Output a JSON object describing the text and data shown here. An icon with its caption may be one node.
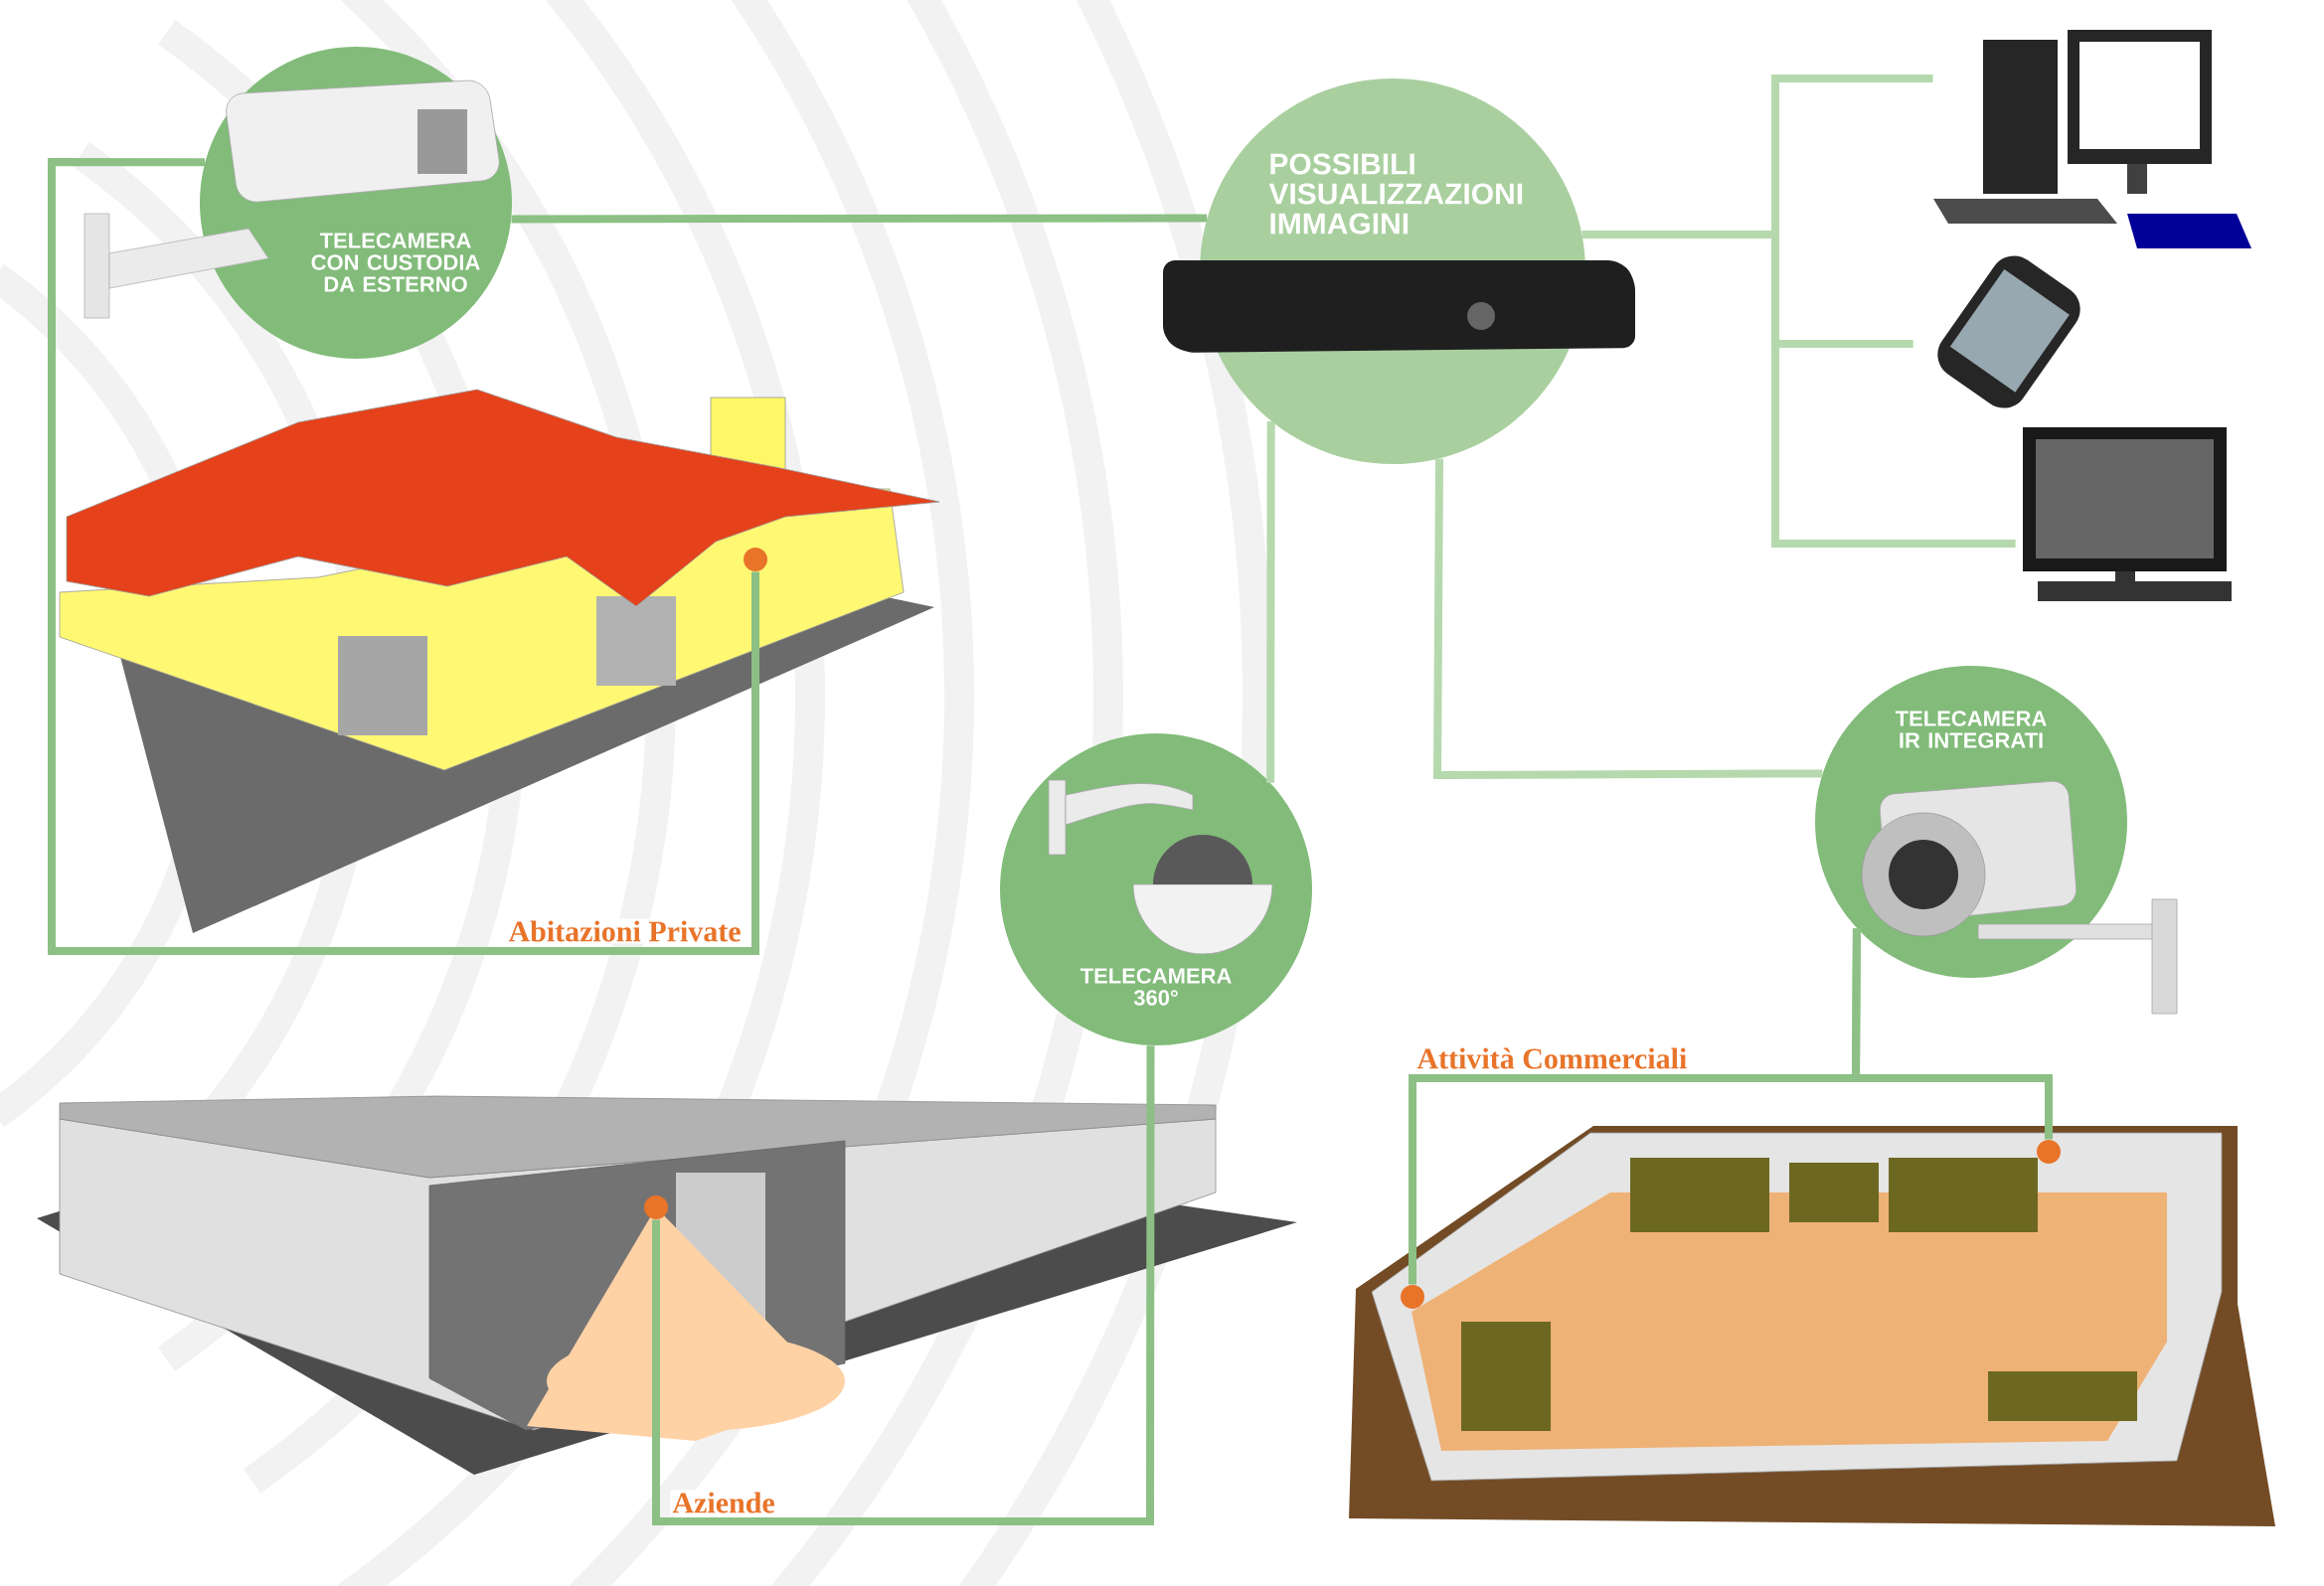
{
  "diagram": {
    "nodes": [
      {
        "text": [
          "TELECAMERA CON CUSTODIA DA ESTERNO"
        ]
      },
      {
        "text": [
          "POSSIBILI VISUALIZZAZIONI IMMAGINI"
        ]
      },
      {
        "text": [],
        "shape": "picture"
      },
      {
        "text": [],
        "shape": "picture"
      },
      {
        "text": [],
        "shape": "picture"
      },
      {
        "text": [],
        "shape": "circle"
      },
      {
        "text": [
          "TELECAMERA IR INTEGRATI"
        ]
      },
      {
        "text": [
          "TELECAMERA 360°"
        ]
      },
      {
        "text": [],
        "shape": "circle"
      },
      {
        "text": [],
        "shape": "circle"
      },
      {
        "text": [],
        "shape": "circle"
      }
    ],
    "edges": [
      {
        "from": 0,
        "to": 1,
        "arrow": "none"
      },
      {
        "from": 1,
        "to": 2,
        "arrow": "none"
      },
      {
        "from": 1,
        "to": 3,
        "arrow": "none"
      },
      {
        "from": 1,
        "to": 4,
        "arrow": "none"
      },
      {
        "from": 0,
        "to": 5,
        "arrow": "none",
        "label": "Abitazioni Private"
      },
      {
        "from": 1,
        "to": 7,
        "arrow": "none"
      },
      {
        "from": 1,
        "to": 6,
        "arrow": "none"
      },
      {
        "from": 7,
        "to": 10,
        "arrow": "none",
        "label": "Aziende"
      },
      {
        "from": 6,
        "to": 9,
        "arrow": "none",
        "label": "Attività Commerciali"
      },
      {
        "from": 6,
        "to": 8,
        "arrow": "none"
      }
    ]
  }
}
